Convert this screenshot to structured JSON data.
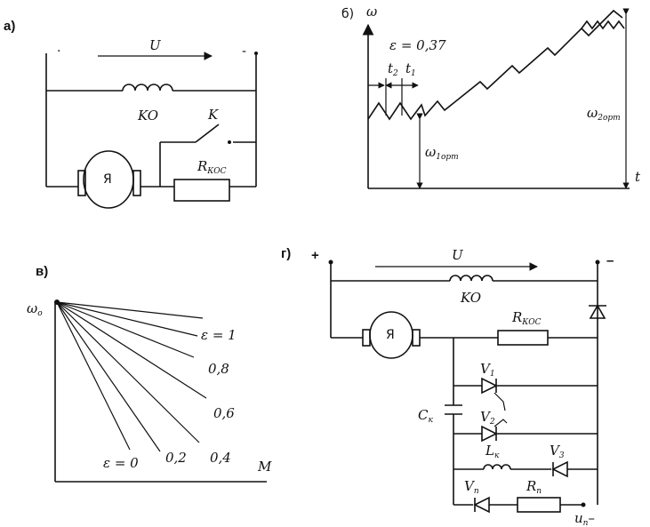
{
  "panel_a": {
    "tag": "а)",
    "plus": "·",
    "minus": "-",
    "voltage": "U",
    "coil": "KO",
    "switch": "K",
    "armature": "Я",
    "resistor": "R",
    "resistor_sub": "КОС"
  },
  "panel_b": {
    "tag": "б)",
    "y_axis": "ω",
    "x_axis": "t",
    "epsilon": "ε = 0,37",
    "t2": "t",
    "t2_sub": "2",
    "t1": "t",
    "t1_sub": "1",
    "omega1": "ω",
    "omega1_sub": "1орт",
    "omega2": "ω",
    "omega2_sub": "2орт"
  },
  "panel_v": {
    "tag": "в)",
    "origin": "ω",
    "origin_sub": "o",
    "x_axis": "M",
    "eps1": "ε = 1",
    "v08": "0,8",
    "v06": "0,6",
    "v04": "0,4",
    "v02": "0,2",
    "eps0": "ε = 0"
  },
  "panel_g": {
    "tag": "г)",
    "plus": "+",
    "minus": "–",
    "voltage": "U",
    "coil": "KO",
    "armature": "Я",
    "resistor": "R",
    "resistor_sub": "КОС",
    "v1": "V",
    "v1_sub": "1",
    "v2": "V",
    "v2_sub": "2",
    "v3": "V",
    "v3_sub": "3",
    "ck": "C",
    "ck_sub": "к",
    "lk": "L",
    "lk_sub": "к",
    "vp": "V",
    "vp_sub": "п",
    "rp": "R",
    "rp_sub": "п",
    "up": "u",
    "up_sub": "п",
    "up_minus": "–"
  }
}
